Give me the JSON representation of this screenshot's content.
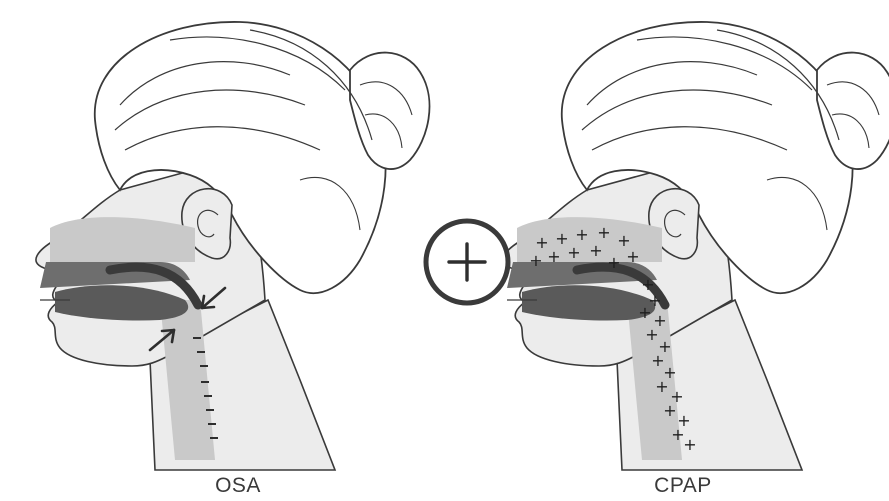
{
  "panels": [
    {
      "id": "osa",
      "label": "OSA"
    },
    {
      "id": "cpap",
      "label": "CPAP"
    }
  ],
  "cpap_symbol": "+",
  "colors": {
    "outline": "#3a3a3a",
    "skin": "#ececec",
    "hair": "#ffffff",
    "airway": "#c9c9c9",
    "tongue": "#5a5a5a",
    "palate": "#6e6e6e",
    "mouth": "#b5b5b5"
  },
  "icons": [
    "pressure-plus-icon",
    "airway-collapse-arrow-icon",
    "negative-pressure-marker",
    "positive-pressure-marker"
  ]
}
